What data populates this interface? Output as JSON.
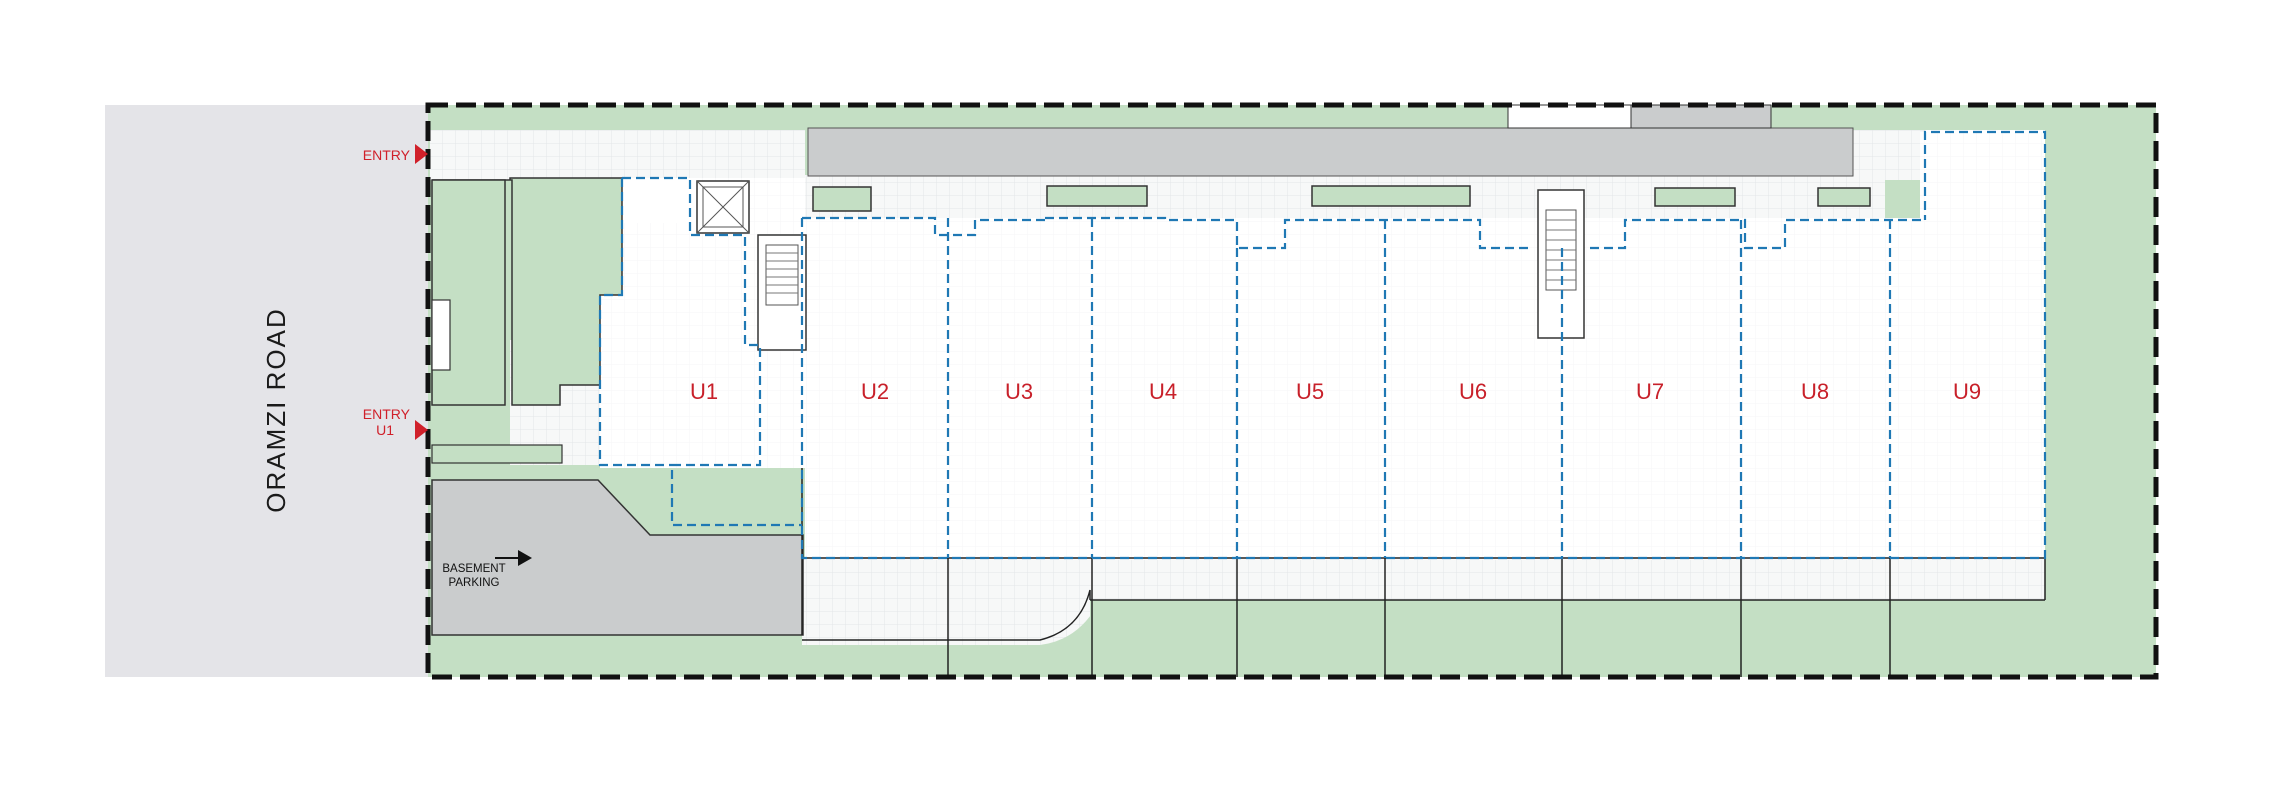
{
  "road": {
    "label": "ORAMZI   ROAD"
  },
  "entries": {
    "main": {
      "label": "ENTRY"
    },
    "u1": {
      "line1": "ENTRY",
      "line2": "U1"
    }
  },
  "basement": {
    "line1": "BASEMENT",
    "line2": "PARKING"
  },
  "units": [
    {
      "label": "U1"
    },
    {
      "label": "U2"
    },
    {
      "label": "U3"
    },
    {
      "label": "U4"
    },
    {
      "label": "U5"
    },
    {
      "label": "U6"
    },
    {
      "label": "U7"
    },
    {
      "label": "U8"
    },
    {
      "label": "U9"
    }
  ],
  "colors": {
    "road": "#e4e4e8",
    "landscape": "#c4dfc4",
    "building": "#ffffff",
    "paving": "#f7f8f8",
    "roof": "#cacccd",
    "unit_outline": "#1f78b4",
    "entry": "#d0202a"
  }
}
